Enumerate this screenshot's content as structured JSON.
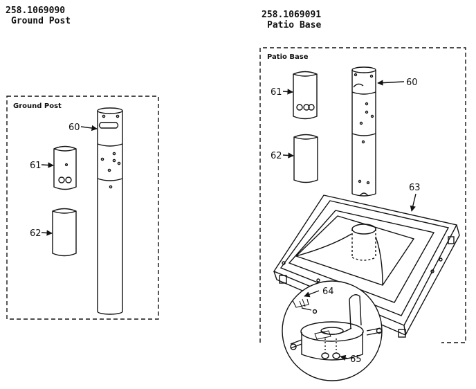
{
  "left": {
    "part_number": "258.1069090",
    "title": "Ground Post",
    "box_label": "Ground Post",
    "callouts": {
      "c60": "60",
      "c61": "61",
      "c62": "62"
    }
  },
  "right": {
    "part_number": "258.1069091",
    "title": "Patio Base",
    "box_label": "Patio Base",
    "callouts": {
      "c60": "60",
      "c61": "61",
      "c62": "62",
      "c63": "63",
      "c64": "64",
      "c65": "65"
    }
  }
}
